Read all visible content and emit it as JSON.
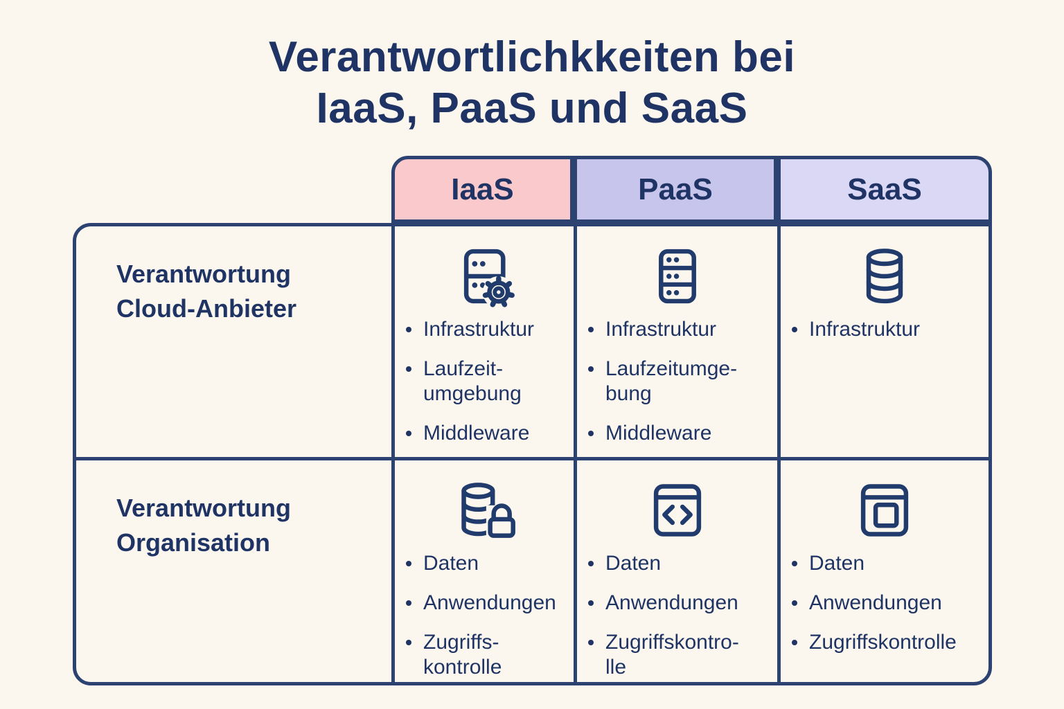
{
  "title": "Verantwortlichkkeiten bei\nIaaS, PaaS und SaaS",
  "colors": {
    "background": "#FBF7EE",
    "border": "#2C4271",
    "text": "#1F3464",
    "iaas_header": "#F9C9CB",
    "paas_header": "#C8C5EC",
    "saas_header": "#DAD8F4"
  },
  "table": {
    "headers": [
      {
        "label": "IaaS",
        "color": "#F9C9CB"
      },
      {
        "label": "PaaS",
        "color": "#C8C5EC"
      },
      {
        "label": "SaaS",
        "color": "#DAD8F4"
      }
    ],
    "rows": [
      {
        "label": "Verantwortung\nCloud-Anbieter",
        "cells": [
          {
            "icon": "server-gear-icon",
            "items": [
              "Infrastruktur",
              "Laufzeit-\numgebung",
              "Middleware"
            ]
          },
          {
            "icon": "server-stack-icon",
            "items": [
              "Infrastruktur",
              "Laufzeitumge-\nbung",
              "Middleware"
            ]
          },
          {
            "icon": "database-icon",
            "items": [
              "Infrastruktur"
            ]
          }
        ]
      },
      {
        "label": "Verantwortung\nOrganisation",
        "cells": [
          {
            "icon": "database-lock-icon",
            "items": [
              "Daten",
              "Anwendungen",
              "Zugriffs-\nkontrolle"
            ]
          },
          {
            "icon": "code-window-icon",
            "items": [
              "Daten",
              "Anwendungen",
              "Zugriffskontro-\nlle"
            ]
          },
          {
            "icon": "app-window-icon",
            "items": [
              "Daten",
              "Anwendungen",
              "Zugriffskontrolle"
            ]
          }
        ]
      }
    ]
  }
}
